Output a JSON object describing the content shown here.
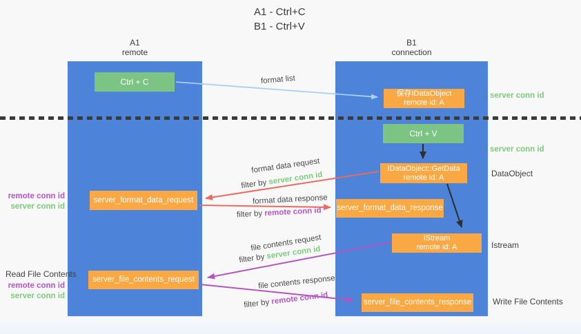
{
  "title": {
    "line1": "A1 - Ctrl+C",
    "line2": "B1 - Ctrl+V"
  },
  "lanes": {
    "left": {
      "title": "A1",
      "subtitle": "remote"
    },
    "right": {
      "title": "B1",
      "subtitle": "connection"
    }
  },
  "boxes": {
    "ctrl_c": {
      "label": "Ctrl + C"
    },
    "ctrl_v": {
      "label": "Ctrl + V"
    },
    "save_dataobject": {
      "line1": "保存IDataObject",
      "line2": "remote id: A"
    },
    "getdata": {
      "line1": "IDataObject::GetData",
      "line2": "remote id: A"
    },
    "istream": {
      "line1": "IStream",
      "line2": "remote id: A"
    },
    "format_request": {
      "label": "server_format_data_request"
    },
    "format_response": {
      "label": "server_format_data_response"
    },
    "file_request": {
      "label": "server_file_contents_request"
    },
    "file_response": {
      "label": "server_file_contents_response"
    }
  },
  "flows": {
    "format_list": {
      "label": "format list"
    },
    "format_request": {
      "label": "format data request",
      "filter_prefix": "filter by ",
      "filter_key": "server conn id"
    },
    "format_response": {
      "label": "format data response",
      "filter_prefix": "filter by ",
      "filter_key": "remote conn id"
    },
    "file_request": {
      "label": "file contents request",
      "filter_prefix": "filter by ",
      "filter_key": "server conn id"
    },
    "file_response": {
      "label": "file contents response",
      "filter_prefix": "filter by ",
      "filter_key": "remote conn id"
    }
  },
  "side_labels": {
    "server_conn_id_top": "server conn id",
    "server_conn_id_mid": "server conn id",
    "dataobject": "DataObject",
    "istream": "Istream",
    "write_file_contents": "Write File Contents",
    "read_file_contents": "Read File Contents",
    "format_remote_conn_id": "remote conn id",
    "format_server_conn_id": "server conn id",
    "file_remote_conn_id": "remote conn id",
    "file_server_conn_id": "server conn id"
  },
  "colors": {
    "lane_blue": "#4d83d8",
    "box_green": "#7cc483",
    "box_orange": "#f9a844",
    "arrow_red": "#ec6a5e",
    "arrow_purple": "#b255be",
    "arrow_lightblue": "#a9cfee",
    "arrow_black": "#2f2f2f",
    "label_green": "#7bcc7b",
    "label_purple": "#b655c8",
    "text_dark": "#3c3c3c"
  }
}
